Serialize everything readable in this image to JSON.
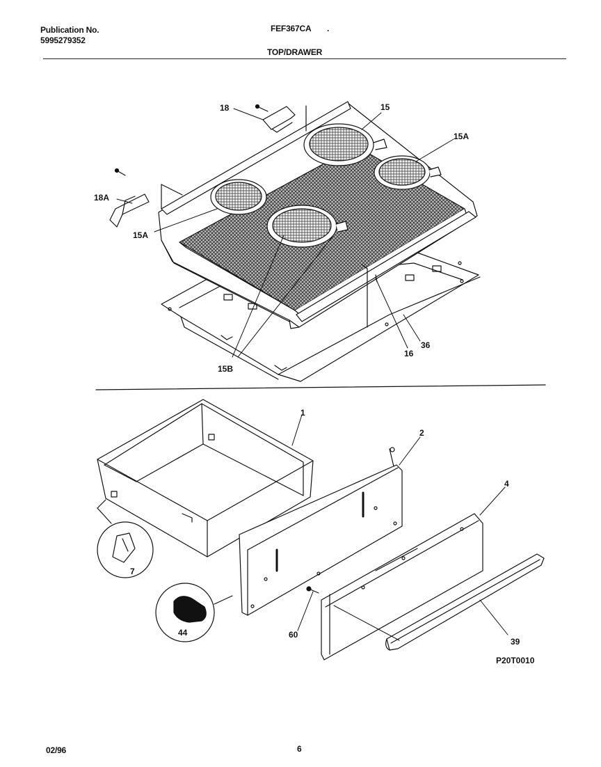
{
  "header": {
    "publication_label": "Publication No.",
    "publication_number": "5995279352",
    "model": "FEF367CA",
    "model_mark": ".",
    "section_title": "TOP/DRAWER"
  },
  "callouts": {
    "c18": "18",
    "c15": "15",
    "c15a_right": "15A",
    "c18a": "18A",
    "c15a_left": "15A",
    "c15b": "15B",
    "c16": "16",
    "c36": "36",
    "c1": "1",
    "c2": "2",
    "c4": "4",
    "c7": "7",
    "c44": "44",
    "c60": "60",
    "c39": "39"
  },
  "figure_code": "P20T0010",
  "footer": {
    "date": "02/96",
    "page": "6"
  }
}
